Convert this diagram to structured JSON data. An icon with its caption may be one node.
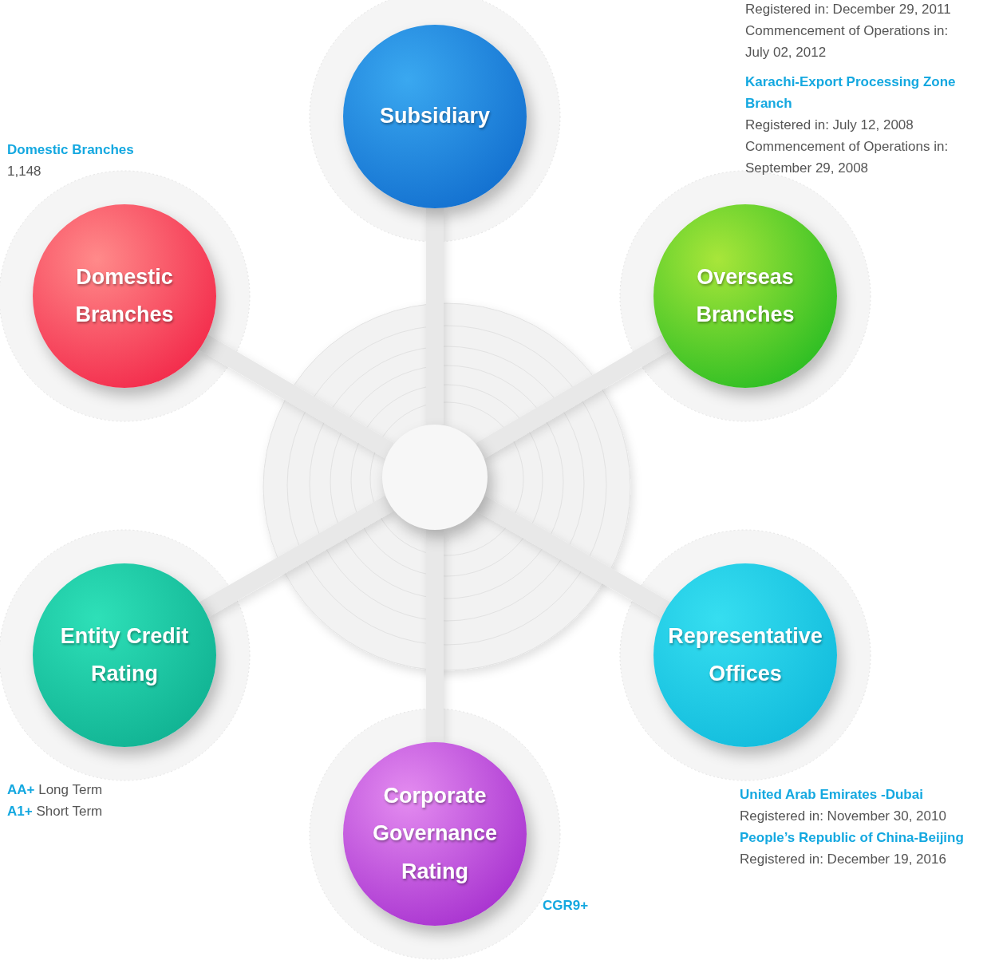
{
  "diagram": {
    "nodes": [
      {
        "text": [
          "Subsidiary"
        ]
      },
      {
        "text": [
          "Domestic Branches"
        ],
        "beside": [
          "Domestic Branches",
          "1,148"
        ]
      },
      {
        "text": [
          "Overseas Branches"
        ]
      },
      {
        "text": [],
        "shape": "circle"
      },
      {
        "text": [
          "Entity Credit Rating"
        ],
        "beside": [
          "**AA+** Long Term",
          "**A1+** Short Term"
        ]
      },
      {
        "text": [
          "Representative Offices"
        ],
        "beside": [
          "United Arab Emirates -Dubai",
          "Registered in: November 30, 2010",
          "People’s Republic of China-Beijing",
          "Registered in: December 19, 2016"
        ]
      },
      {
        "text": [
          "Corporate Governance Rating"
        ],
        "beside": [
          "CGR9+"
        ]
      }
    ],
    "edges": [
      {
        "from": 3,
        "to": 0,
        "arrow": "none"
      },
      {
        "from": 3,
        "to": 1,
        "arrow": "none"
      },
      {
        "from": 3,
        "to": 2,
        "arrow": "none"
      },
      {
        "from": 3,
        "to": 4,
        "arrow": "none"
      },
      {
        "from": 3,
        "to": 5,
        "arrow": "none"
      },
      {
        "from": 3,
        "to": 6,
        "arrow": "none"
      }
    ],
    "labels": [
      "Registered in: December 29, 2011",
      "Commencement of Operations in: July 02, 2012",
      "Karachi-Export Processing Zone Branch",
      "Registered in: July 12, 2008",
      "Commencement of Operations in: September 29, 2008"
    ]
  }
}
